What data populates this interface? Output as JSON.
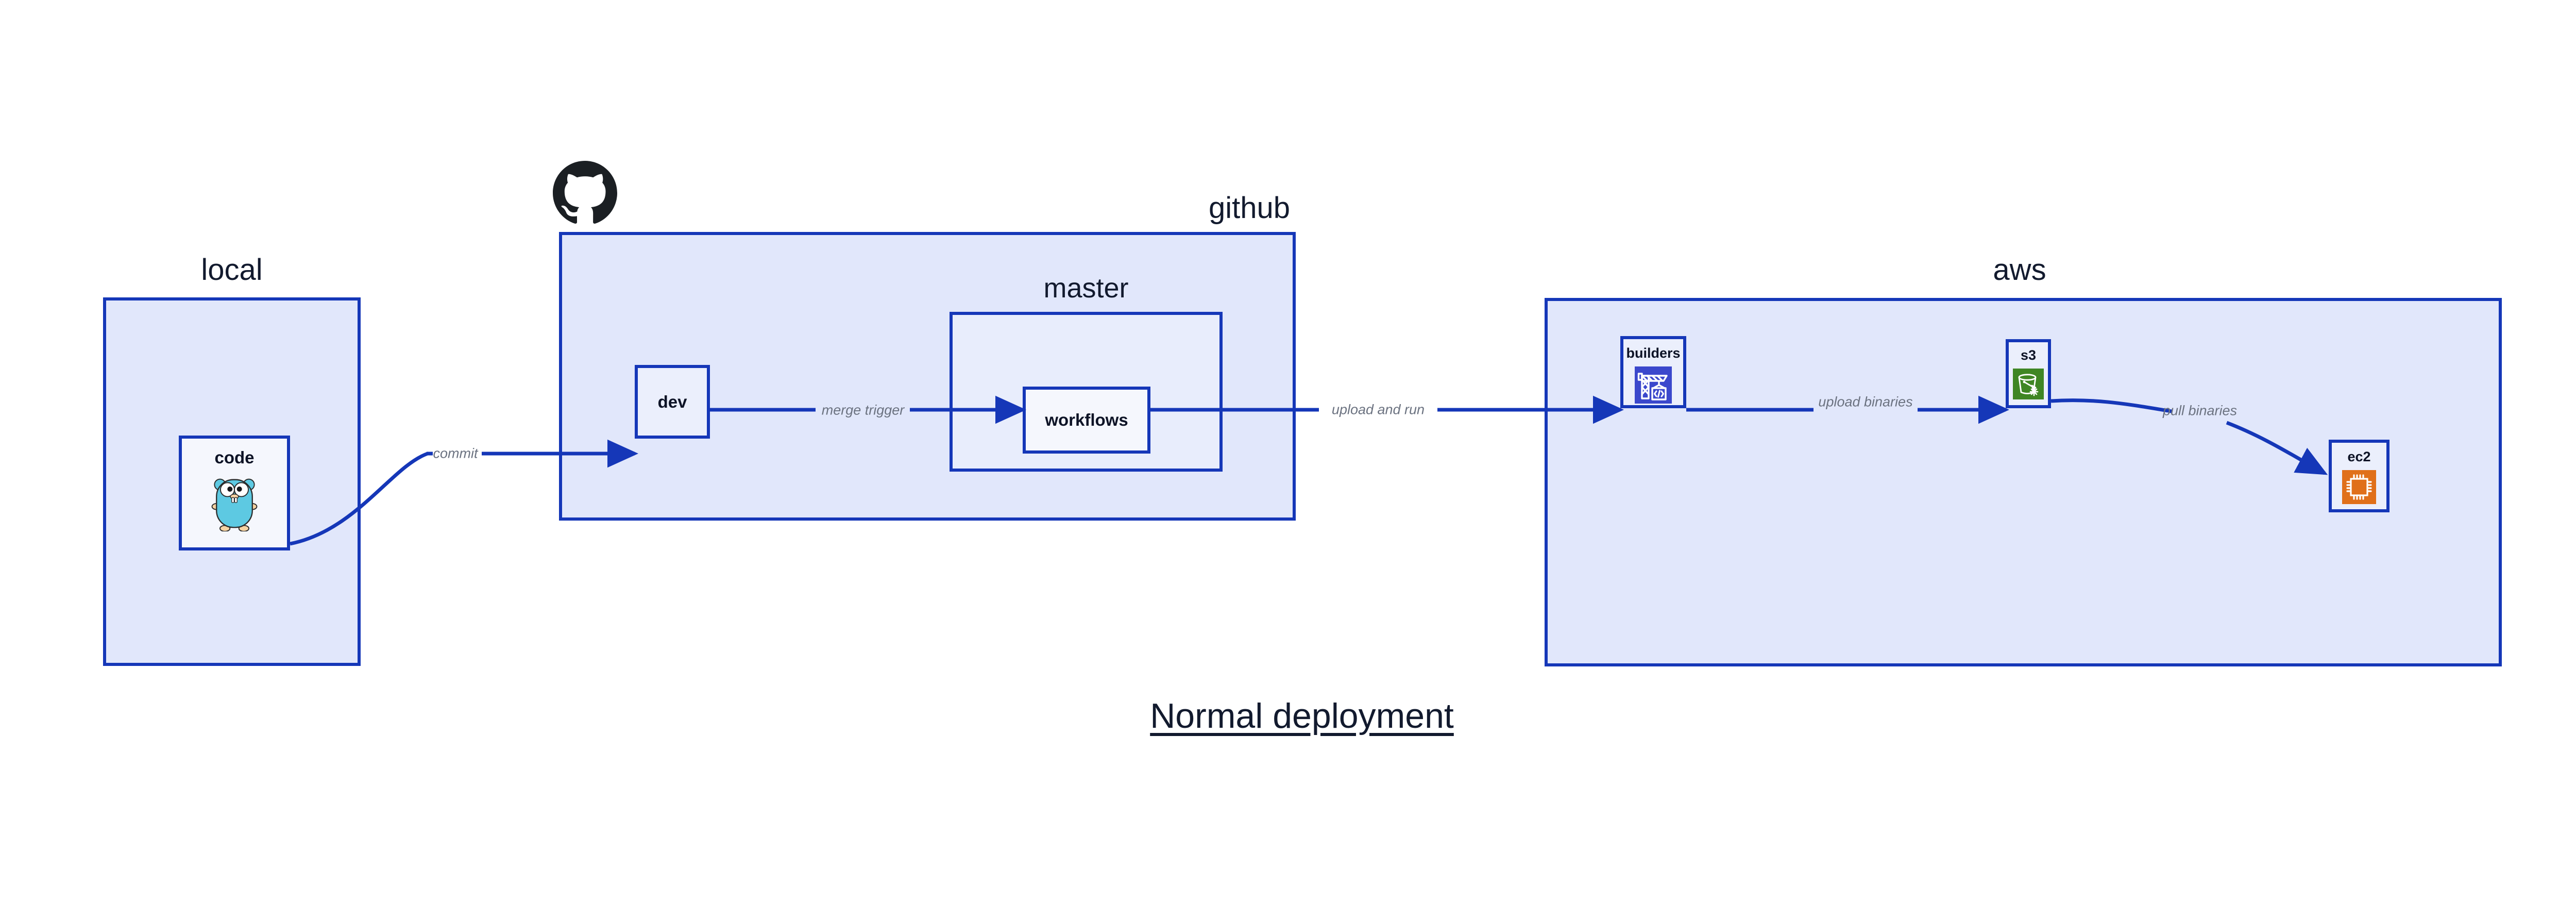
{
  "diagram": {
    "title": "Normal deployment",
    "background_color": "#ffffff",
    "accent_border_color": "#1537b8",
    "container_fill_color": "#e1e7fb",
    "node_fill_color": "#ebeffc",
    "label_text_color": "#121a2e",
    "edge_label_color": "#6b7280"
  },
  "containers": [
    {
      "id": "local",
      "label": "local"
    },
    {
      "id": "github",
      "label": "github"
    },
    {
      "id": "master",
      "label": "master"
    },
    {
      "id": "aws",
      "label": "aws"
    }
  ],
  "nodes": [
    {
      "id": "code",
      "label": "code",
      "icon": "go-gopher-icon",
      "icon_color": "#5dc9e2"
    },
    {
      "id": "dev",
      "label": "dev",
      "icon": "none",
      "icon_color": ""
    },
    {
      "id": "workflows",
      "label": "workflows",
      "icon": "none",
      "icon_color": ""
    },
    {
      "id": "builders",
      "label": "builders",
      "icon": "aws-codebuild-icon",
      "icon_color": "#3b48cc"
    },
    {
      "id": "s3",
      "label": "s3",
      "icon": "aws-s3-bucket-icon",
      "icon_color": "#3f8624"
    },
    {
      "id": "ec2",
      "label": "ec2",
      "icon": "aws-ec2-chip-icon",
      "icon_color": "#e0701a"
    }
  ],
  "edges": [
    {
      "id": "code-to-dev",
      "from": "code",
      "to": "dev",
      "label": "commit"
    },
    {
      "id": "dev-to-workflows",
      "from": "dev",
      "to": "workflows",
      "label": "merge trigger"
    },
    {
      "id": "workflows-to-builders",
      "from": "workflows",
      "to": "builders",
      "label": "upload and run"
    },
    {
      "id": "builders-to-s3",
      "from": "builders",
      "to": "s3",
      "label": "upload binaries"
    },
    {
      "id": "s3-to-ec2",
      "from": "s3",
      "to": "ec2",
      "label": "pull binaries"
    }
  ],
  "logos": [
    {
      "id": "github-logo",
      "name": "github-octocat-logo",
      "color": "#1b1f23"
    }
  ]
}
